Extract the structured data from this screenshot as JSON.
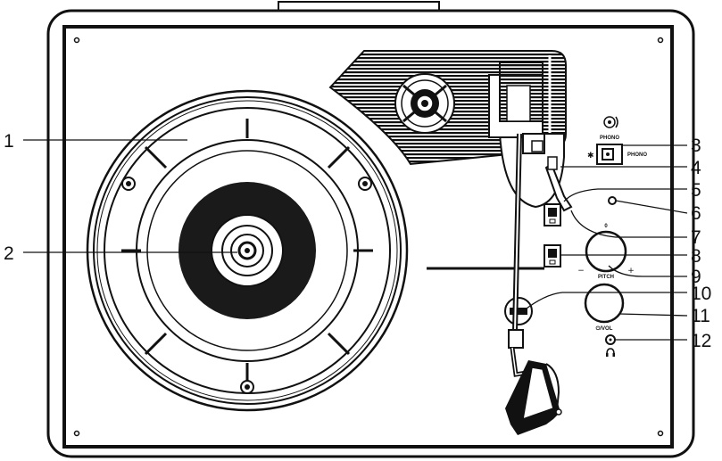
{
  "diagram": {
    "callouts": [
      "1",
      "2",
      "3",
      "4",
      "5",
      "6",
      "7",
      "8",
      "9",
      "10",
      "11",
      "12"
    ],
    "switch_labels": {
      "phono_top": "PHONO",
      "phono_side": "PHONO",
      "bluetooth_symbol": "✱"
    },
    "knob_labels": {
      "pitch": "PITCH",
      "pitch_center": "0",
      "pitch_minus": "−",
      "pitch_plus": "+",
      "volume": "⏻/VOL"
    },
    "colors": {
      "ink": "#111111",
      "paper": "#ffffff",
      "record": "#1a1a1a"
    }
  }
}
